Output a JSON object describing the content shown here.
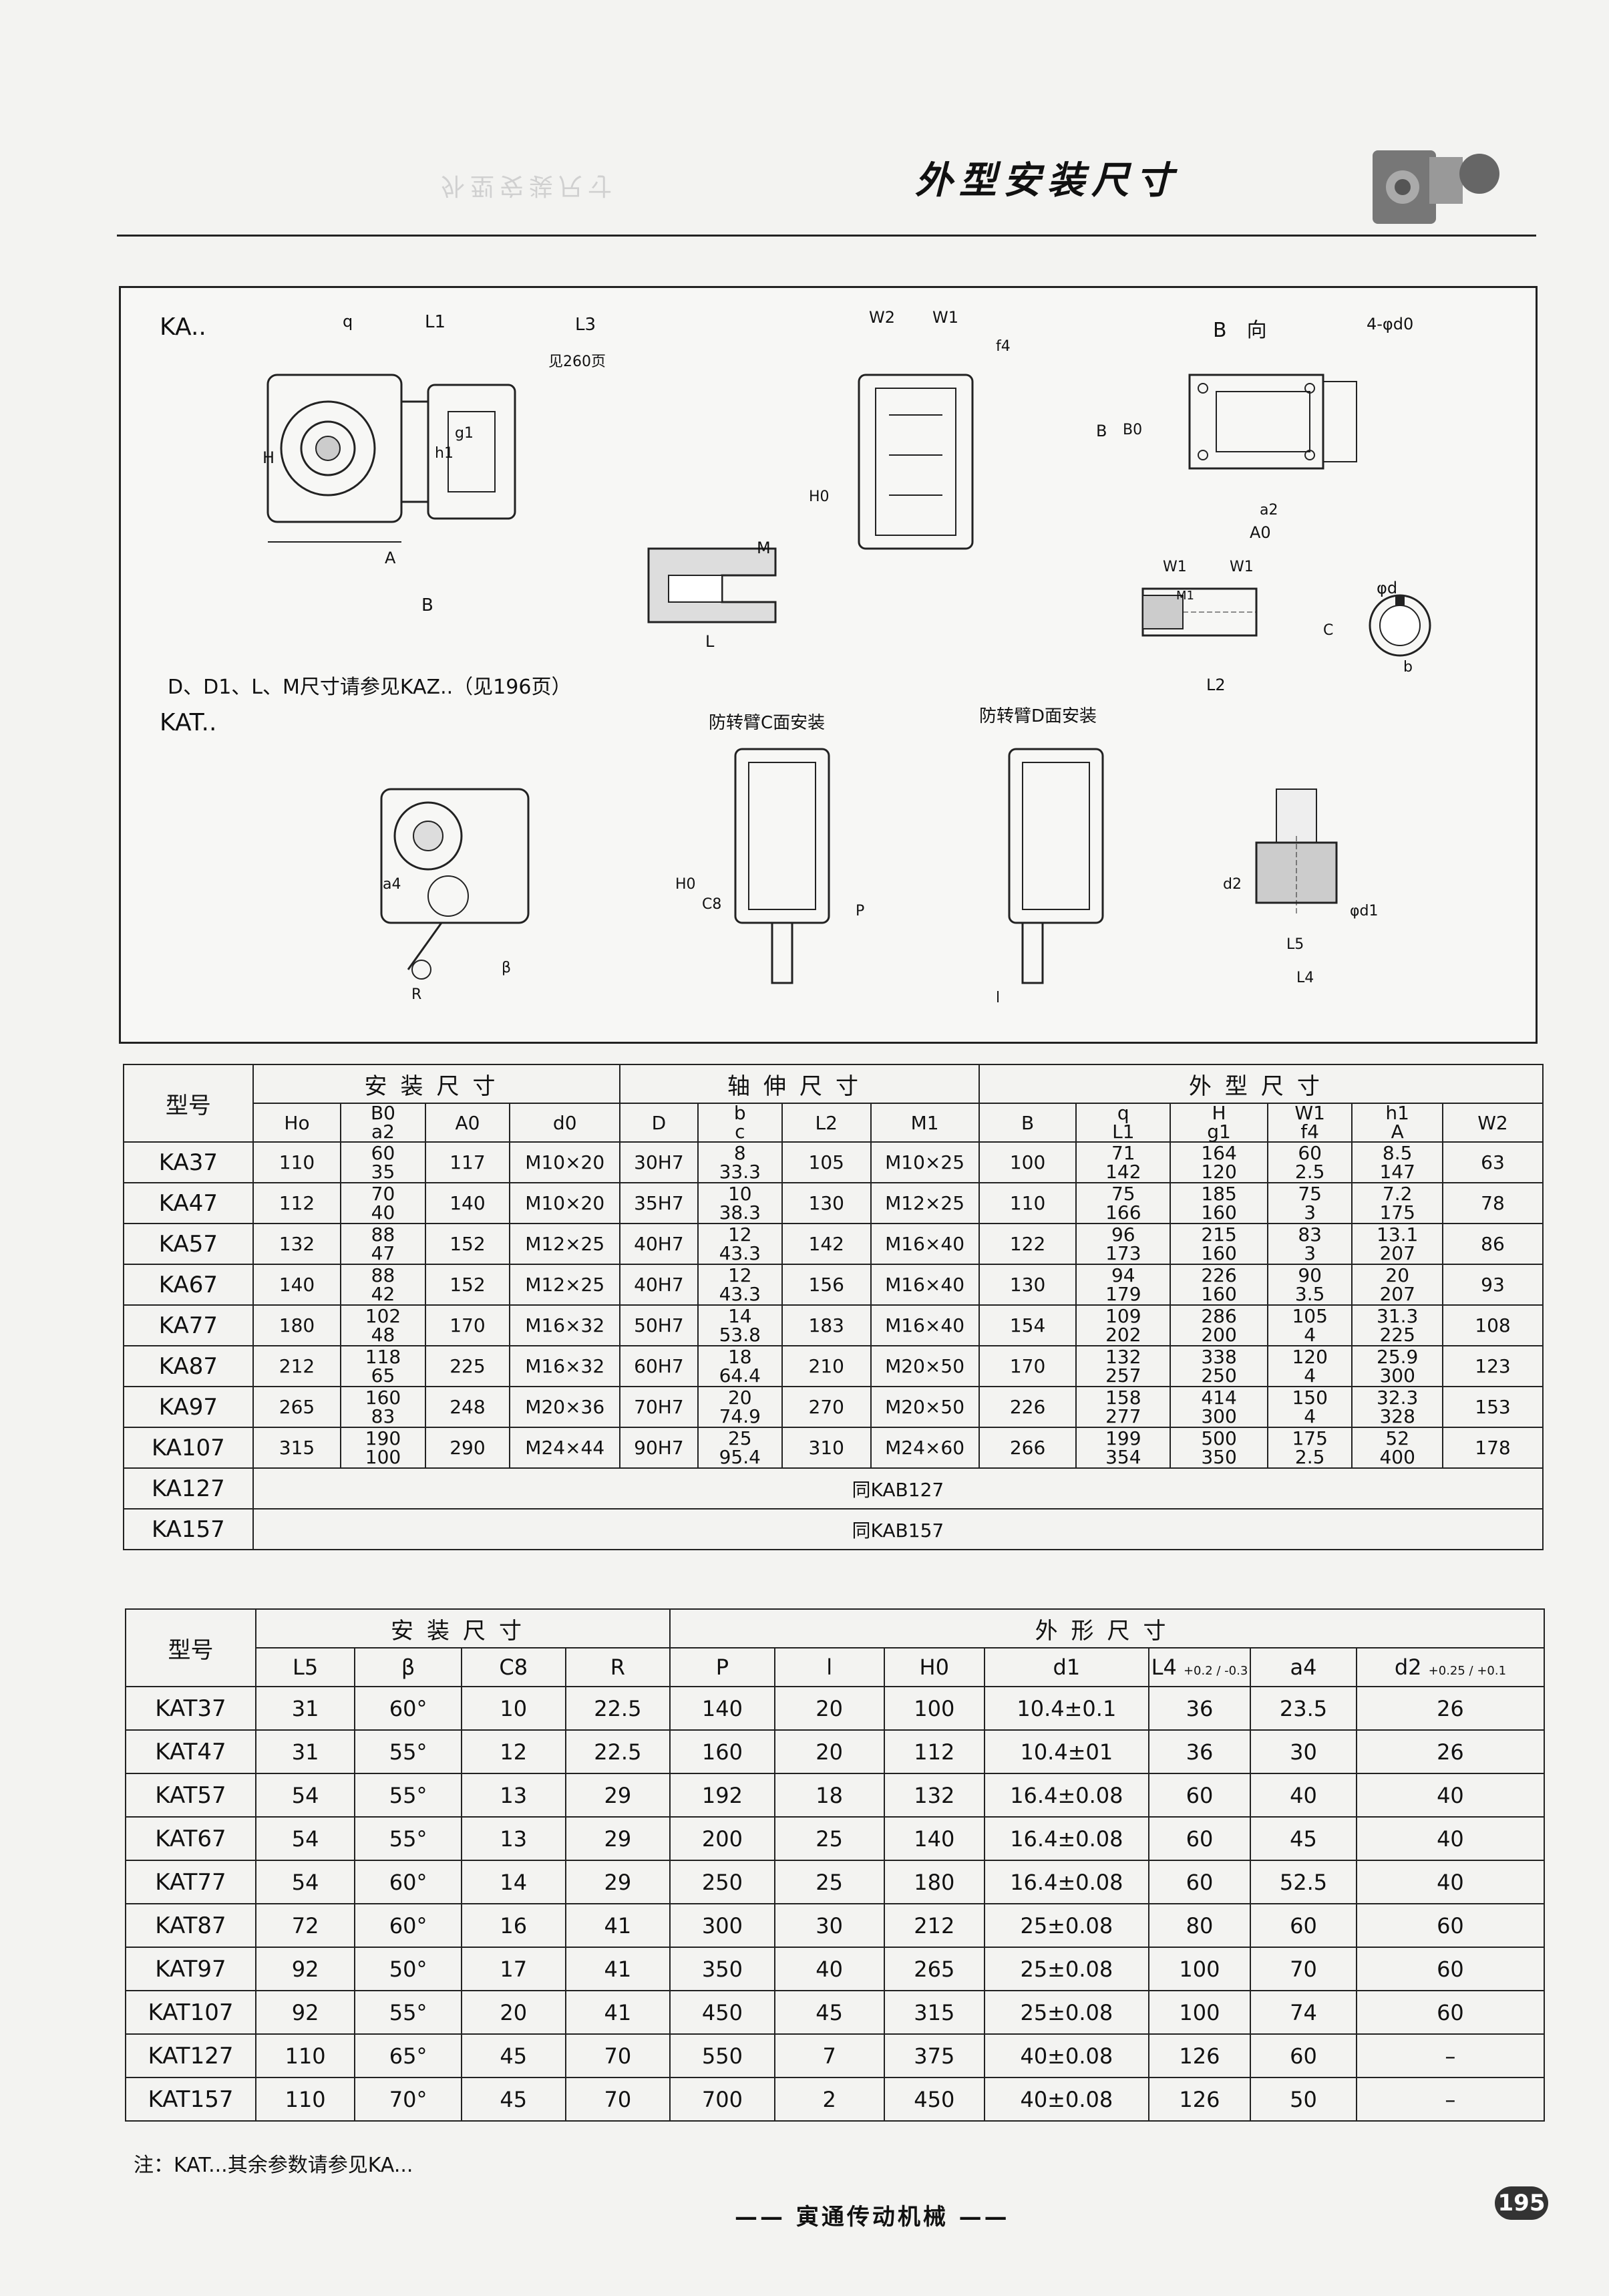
{
  "header": {
    "title": "外型安装尺寸",
    "ghost_title": "外型安装尺寸"
  },
  "drawing": {
    "ka_label": "KA..",
    "kat_label": "KAT..",
    "ref_note": "D、D1、L、M尺寸请参见KAZ..（见196页）",
    "c_mount_label": "防转臂C面安装",
    "d_mount_label": "防转臂D面安装",
    "b_view_label": "B　向",
    "see_page_260": "见260页",
    "dim_labels": {
      "q": "q",
      "L1": "L1",
      "L3": "L3",
      "H": "H",
      "h1": "h1",
      "g1": "g1",
      "A": "A",
      "B": "B",
      "W2": "W2",
      "W1": "W1",
      "f4": "f4",
      "H0": "H0",
      "M": "M",
      "L": "L",
      "holes": "4-φd0",
      "B0": "B0",
      "a2": "a2",
      "A0": "A0",
      "M1": "M1",
      "L2": "L2",
      "phid": "φd",
      "C": "C",
      "b": "b",
      "a4": "a4",
      "R": "R",
      "beta": "β",
      "C8": "C8",
      "P": "P",
      "l": "l",
      "d2": "d2",
      "phid1": "φd1",
      "L5": "L5",
      "L4": "L4"
    }
  },
  "table1": {
    "model_header": "型号",
    "group_install": "安装尺寸",
    "group_shaft": "轴伸尺寸",
    "group_outline": "外型尺寸",
    "columns": {
      "Ho": "Ho",
      "B0_top": "B0",
      "B0_bot": "a2",
      "A0": "A0",
      "d0": "d0",
      "D": "D",
      "b_top": "b",
      "b_bot": "c",
      "L2": "L2",
      "M1": "M1",
      "B": "B",
      "q_top": "q",
      "q_bot": "L1",
      "H_top": "H",
      "H_bot": "g1",
      "W1_top": "W1",
      "W1_bot": "f4",
      "h1_top": "h1",
      "h1_bot": "A",
      "W2": "W2"
    },
    "rows": [
      {
        "model": "KA37",
        "Ho": "110",
        "B0": "60",
        "a2": "35",
        "A0": "117",
        "d0": "M10×20",
        "D": "30H7",
        "b": "8",
        "c": "33.3",
        "L2": "105",
        "M1": "M10×25",
        "B": "100",
        "q": "71",
        "L1": "142",
        "H": "164",
        "g1": "120",
        "W1": "60",
        "f4": "2.5",
        "h1": "8.5",
        "A": "147",
        "W2": "63"
      },
      {
        "model": "KA47",
        "Ho": "112",
        "B0": "70",
        "a2": "40",
        "A0": "140",
        "d0": "M10×20",
        "D": "35H7",
        "b": "10",
        "c": "38.3",
        "L2": "130",
        "M1": "M12×25",
        "B": "110",
        "q": "75",
        "L1": "166",
        "H": "185",
        "g1": "160",
        "W1": "75",
        "f4": "3",
        "h1": "7.2",
        "A": "175",
        "W2": "78"
      },
      {
        "model": "KA57",
        "Ho": "132",
        "B0": "88",
        "a2": "47",
        "A0": "152",
        "d0": "M12×25",
        "D": "40H7",
        "b": "12",
        "c": "43.3",
        "L2": "142",
        "M1": "M16×40",
        "B": "122",
        "q": "96",
        "L1": "173",
        "H": "215",
        "g1": "160",
        "W1": "83",
        "f4": "3",
        "h1": "13.1",
        "A": "207",
        "W2": "86"
      },
      {
        "model": "KA67",
        "Ho": "140",
        "B0": "88",
        "a2": "42",
        "A0": "152",
        "d0": "M12×25",
        "D": "40H7",
        "b": "12",
        "c": "43.3",
        "L2": "156",
        "M1": "M16×40",
        "B": "130",
        "q": "94",
        "L1": "179",
        "H": "226",
        "g1": "160",
        "W1": "90",
        "f4": "3.5",
        "h1": "20",
        "A": "207",
        "W2": "93"
      },
      {
        "model": "KA77",
        "Ho": "180",
        "B0": "102",
        "a2": "48",
        "A0": "170",
        "d0": "M16×32",
        "D": "50H7",
        "b": "14",
        "c": "53.8",
        "L2": "183",
        "M1": "M16×40",
        "B": "154",
        "q": "109",
        "L1": "202",
        "H": "286",
        "g1": "200",
        "W1": "105",
        "f4": "4",
        "h1": "31.3",
        "A": "225",
        "W2": "108"
      },
      {
        "model": "KA87",
        "Ho": "212",
        "B0": "118",
        "a2": "65",
        "A0": "225",
        "d0": "M16×32",
        "D": "60H7",
        "b": "18",
        "c": "64.4",
        "L2": "210",
        "M1": "M20×50",
        "B": "170",
        "q": "132",
        "L1": "257",
        "H": "338",
        "g1": "250",
        "W1": "120",
        "f4": "4",
        "h1": "25.9",
        "A": "300",
        "W2": "123"
      },
      {
        "model": "KA97",
        "Ho": "265",
        "B0": "160",
        "a2": "83",
        "A0": "248",
        "d0": "M20×36",
        "D": "70H7",
        "b": "20",
        "c": "74.9",
        "L2": "270",
        "M1": "M20×50",
        "B": "226",
        "q": "158",
        "L1": "277",
        "H": "414",
        "g1": "300",
        "W1": "150",
        "f4": "4",
        "h1": "32.3",
        "A": "328",
        "W2": "153"
      },
      {
        "model": "KA107",
        "Ho": "315",
        "B0": "190",
        "a2": "100",
        "A0": "290",
        "d0": "M24×44",
        "D": "90H7",
        "b": "25",
        "c": "95.4",
        "L2": "310",
        "M1": "M24×60",
        "B": "266",
        "q": "199",
        "L1": "354",
        "H": "500",
        "g1": "350",
        "W1": "175",
        "f4": "2.5",
        "h1": "52",
        "A": "400",
        "W2": "178"
      }
    ],
    "ref_rows": [
      {
        "model": "KA127",
        "text": "同KAB127"
      },
      {
        "model": "KA157",
        "text": "同KAB157"
      }
    ]
  },
  "table2": {
    "model_header": "型号",
    "group_install": "安装尺寸",
    "group_outline": "外形尺寸",
    "columns": {
      "L5": "L5",
      "beta": "β",
      "C8": "C8",
      "R": "R",
      "P": "P",
      "l": "l",
      "H0": "H0",
      "d1": "d1",
      "L4": "L4",
      "L4_tol": "+0.2 / -0.3",
      "a4": "a4",
      "d2": "d2",
      "d2_tol": "+0.25 / +0.1"
    },
    "rows": [
      {
        "model": "KAT37",
        "L5": "31",
        "beta": "60°",
        "C8": "10",
        "R": "22.5",
        "P": "140",
        "l": "20",
        "H0": "100",
        "d1": "10.4±0.1",
        "L4": "36",
        "a4": "23.5",
        "d2": "26"
      },
      {
        "model": "KAT47",
        "L5": "31",
        "beta": "55°",
        "C8": "12",
        "R": "22.5",
        "P": "160",
        "l": "20",
        "H0": "112",
        "d1": "10.4±01",
        "L4": "36",
        "a4": "30",
        "d2": "26"
      },
      {
        "model": "KAT57",
        "L5": "54",
        "beta": "55°",
        "C8": "13",
        "R": "29",
        "P": "192",
        "l": "18",
        "H0": "132",
        "d1": "16.4±0.08",
        "L4": "60",
        "a4": "40",
        "d2": "40"
      },
      {
        "model": "KAT67",
        "L5": "54",
        "beta": "55°",
        "C8": "13",
        "R": "29",
        "P": "200",
        "l": "25",
        "H0": "140",
        "d1": "16.4±0.08",
        "L4": "60",
        "a4": "45",
        "d2": "40"
      },
      {
        "model": "KAT77",
        "L5": "54",
        "beta": "60°",
        "C8": "14",
        "R": "29",
        "P": "250",
        "l": "25",
        "H0": "180",
        "d1": "16.4±0.08",
        "L4": "60",
        "a4": "52.5",
        "d2": "40"
      },
      {
        "model": "KAT87",
        "L5": "72",
        "beta": "60°",
        "C8": "16",
        "R": "41",
        "P": "300",
        "l": "30",
        "H0": "212",
        "d1": "25±0.08",
        "L4": "80",
        "a4": "60",
        "d2": "60"
      },
      {
        "model": "KAT97",
        "L5": "92",
        "beta": "50°",
        "C8": "17",
        "R": "41",
        "P": "350",
        "l": "40",
        "H0": "265",
        "d1": "25±0.08",
        "L4": "100",
        "a4": "70",
        "d2": "60"
      },
      {
        "model": "KAT107",
        "L5": "92",
        "beta": "55°",
        "C8": "20",
        "R": "41",
        "P": "450",
        "l": "45",
        "H0": "315",
        "d1": "25±0.08",
        "L4": "100",
        "a4": "74",
        "d2": "60"
      },
      {
        "model": "KAT127",
        "L5": "110",
        "beta": "65°",
        "C8": "45",
        "R": "70",
        "P": "550",
        "l": "7",
        "H0": "375",
        "d1": "40±0.08",
        "L4": "126",
        "a4": "60",
        "d2": "–"
      },
      {
        "model": "KAT157",
        "L5": "110",
        "beta": "70°",
        "C8": "45",
        "R": "70",
        "P": "700",
        "l": "2",
        "H0": "450",
        "d1": "40±0.08",
        "L4": "126",
        "a4": "50",
        "d2": "–"
      }
    ]
  },
  "footnote": "注：KAT...其余参数请参见KA...",
  "footer": {
    "brand": "—— 寅通传动机械 ——",
    "page_number": "195"
  }
}
